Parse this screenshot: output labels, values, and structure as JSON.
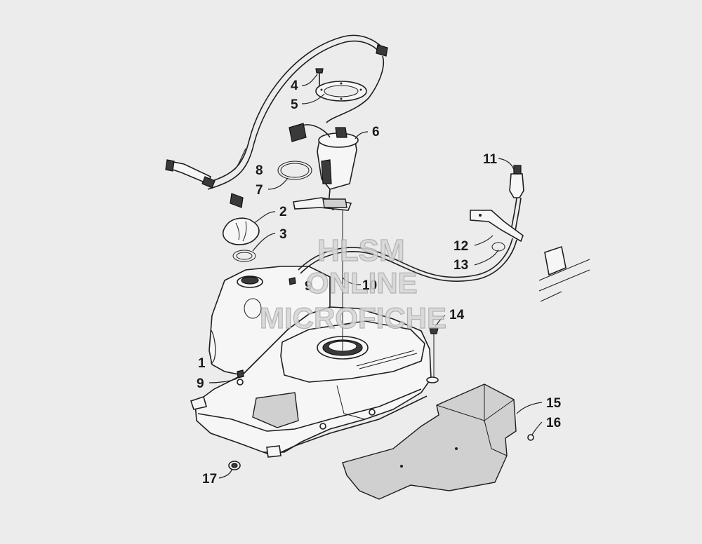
{
  "watermark": {
    "line1": "HLSM",
    "line2": "ONLINE",
    "line3": "MICROFICHE"
  },
  "callouts": {
    "c1": "1",
    "c2": "2",
    "c3": "3",
    "c4": "4",
    "c5": "5",
    "c6": "6",
    "c7": "7",
    "c8": "8",
    "c9a": "9",
    "c9b": "9",
    "c10": "10",
    "c11": "11",
    "c12": "12",
    "c13": "13",
    "c14": "14",
    "c15": "15",
    "c16": "16",
    "c17": "17"
  },
  "colors": {
    "background": "#ececec",
    "line": "#1e1e1e",
    "watermark": "#d6d6d6"
  }
}
